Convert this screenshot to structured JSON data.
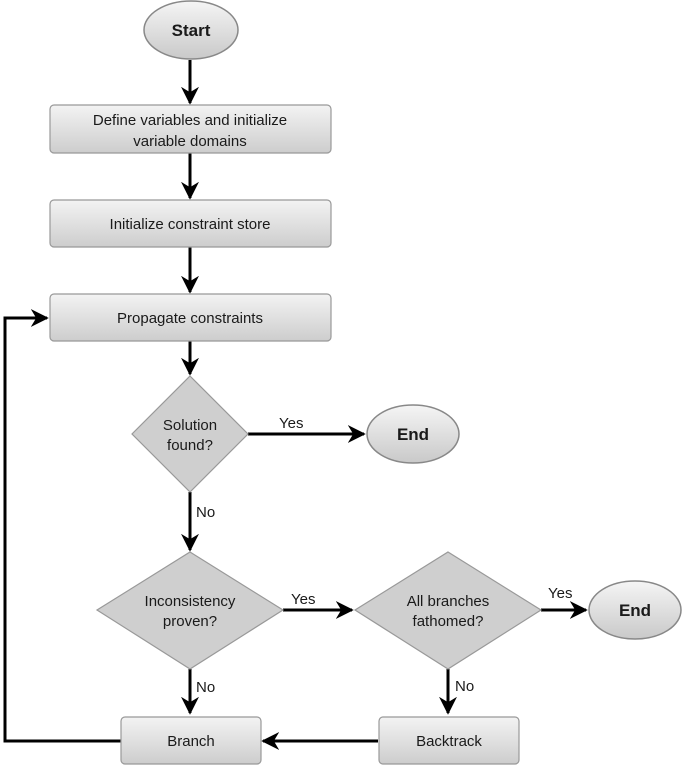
{
  "nodes": {
    "start": {
      "label": "Start"
    },
    "define": {
      "line1": "Define variables and initialize",
      "line2": "variable domains"
    },
    "init_store": {
      "label": "Initialize constraint store"
    },
    "propagate": {
      "label": "Propagate constraints"
    },
    "solution_found": {
      "line1": "Solution",
      "line2": "found?"
    },
    "end1": {
      "label": "End"
    },
    "inconsistency": {
      "line1": "Inconsistency",
      "line2": "proven?"
    },
    "all_branches": {
      "line1": "All branches",
      "line2": "fathomed?"
    },
    "end2": {
      "label": "End"
    },
    "branch": {
      "label": "Branch"
    },
    "backtrack": {
      "label": "Backtrack"
    }
  },
  "edge_labels": {
    "solution_yes": "Yes",
    "solution_no": "No",
    "inconsistency_yes": "Yes",
    "inconsistency_no": "No",
    "branches_yes": "Yes",
    "branches_no": "No"
  },
  "colors": {
    "fill_top": "#f2f2f2",
    "fill_bottom": "#cfcfcf",
    "diamond_fill": "#cfcfcf",
    "stroke": "#8a8a8a",
    "line": "#000000"
  }
}
